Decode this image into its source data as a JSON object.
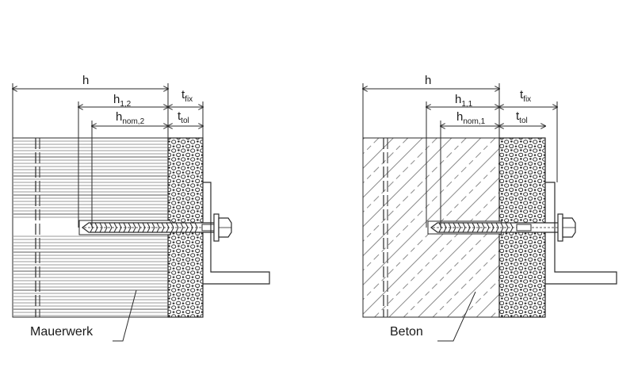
{
  "left_panel": {
    "material_label": "Mauerwerk",
    "dim_h": "h",
    "dim_h12": {
      "main": "h",
      "sub": "1,2"
    },
    "dim_hnom2": {
      "main": "h",
      "sub": "nom,2"
    },
    "dim_tfix": {
      "main": "t",
      "sub": "fix"
    },
    "dim_ttol": {
      "main": "t",
      "sub": "tol"
    }
  },
  "right_panel": {
    "material_label": "Beton",
    "dim_h": "h",
    "dim_h11": {
      "main": "h",
      "sub": "1,1"
    },
    "dim_hnom1": {
      "main": "h",
      "sub": "nom,1"
    },
    "dim_tfix": {
      "main": "t",
      "sub": "fix"
    },
    "dim_ttol": {
      "main": "t",
      "sub": "tol"
    }
  },
  "colors": {
    "line": "#2a2a2a",
    "hatch": "#8a8a8a",
    "background": "#ffffff"
  }
}
